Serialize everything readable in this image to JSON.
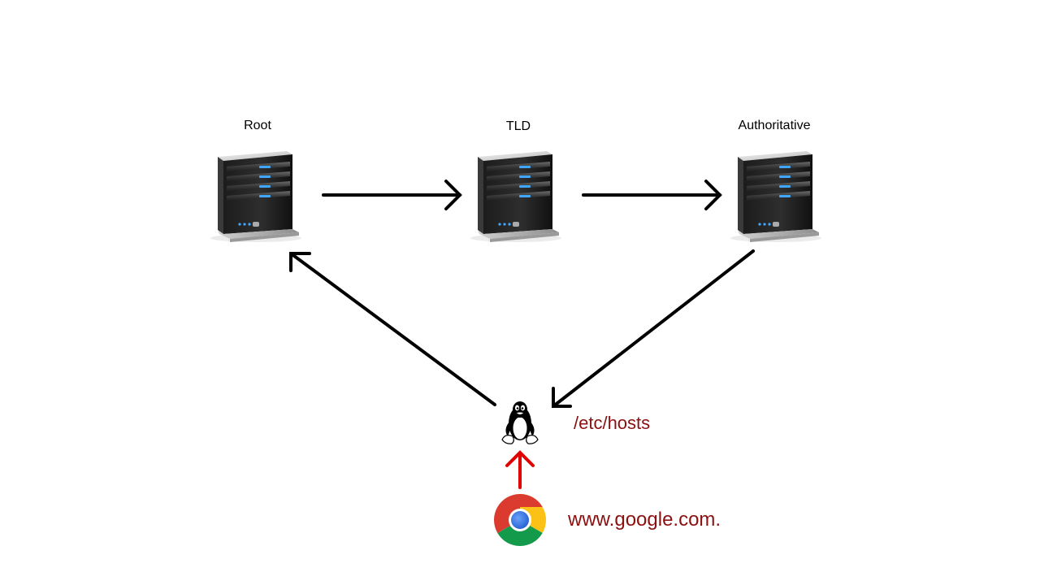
{
  "servers": [
    {
      "label": "Root",
      "icon": "server-icon"
    },
    {
      "label": "TLD",
      "icon": "server-icon"
    },
    {
      "label": "Authoritative",
      "icon": "server-icon"
    }
  ],
  "client": {
    "icon": "linux-penguin-icon",
    "note": "/etc/hosts"
  },
  "browser": {
    "icon": "chrome-icon",
    "url": "www.google.com."
  },
  "colors": {
    "arrow": "#000000",
    "browser_arrow": "#e00000",
    "annotation_text": "#8b1010",
    "server_light": "#3ea7ff",
    "background": "#ffffff"
  }
}
